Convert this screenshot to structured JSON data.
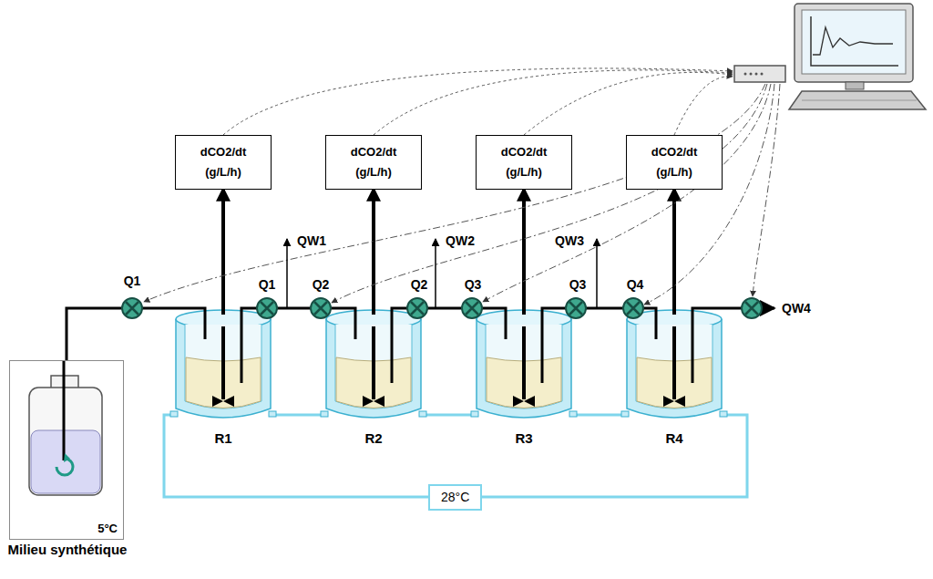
{
  "diagram": {
    "nodes": [
      {
        "text": [
          "dCO2/dt (g/L/h)"
        ]
      },
      {
        "text": [
          "dCO2/dt (g/L/h)"
        ]
      },
      {
        "text": [
          "dCO2/dt (g/L/h)"
        ]
      },
      {
        "text": [
          "dCO2/dt (g/L/h)"
        ]
      },
      {
        "text": [
          "R1"
        ]
      },
      {
        "text": [
          "R2"
        ]
      },
      {
        "text": [
          "R3"
        ]
      },
      {
        "text": [
          "R4"
        ]
      },
      {
        "text": [
          "5°C",
          "Milieu synthétique"
        ]
      },
      {
        "text": [
          "28°C"
        ]
      }
    ],
    "edges": [
      {
        "from": 8,
        "to": 4,
        "arrow": "none"
      },
      {
        "from": 4,
        "to": 5,
        "arrow": "none"
      },
      {
        "from": 5,
        "to": 6,
        "arrow": "none"
      },
      {
        "from": 6,
        "to": 7,
        "arrow": "none"
      },
      {
        "from": 4,
        "to": 0,
        "arrow": "to"
      },
      {
        "from": 5,
        "to": 1,
        "arrow": "to"
      },
      {
        "from": 6,
        "to": 2,
        "arrow": "to"
      },
      {
        "from": 7,
        "to": 3,
        "arrow": "to"
      }
    ],
    "labels": [
      "Q1",
      "QW1",
      "Q1",
      "Q2",
      "QW2",
      "Q2",
      "Q3",
      "QW3",
      "Q3",
      "Q4",
      "QW4"
    ]
  }
}
